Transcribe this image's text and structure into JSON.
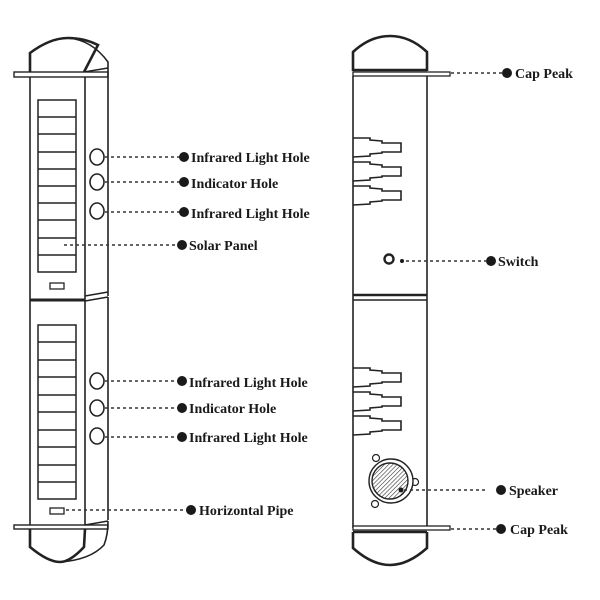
{
  "diagram": {
    "title": "",
    "views": [
      "front-view",
      "back-view"
    ],
    "labels": {
      "front_upper_infrared_1": "Infrared Light Hole",
      "front_upper_indicator": "Indicator Hole",
      "front_upper_infrared_2": "Infrared Light Hole",
      "solar_panel": "Solar Panel",
      "front_lower_infrared_1": "Infrared Light Hole",
      "front_lower_indicator": "Indicator Hole",
      "front_lower_infrared_2": "Infrared Light Hole",
      "horizontal_pipe": "Horizontal Pipe",
      "cap_peak_top": "Cap Peak",
      "switch": "Switch",
      "speaker": "Speaker",
      "cap_peak_bottom": "Cap Peak"
    },
    "colors": {
      "line": "#222222",
      "text": "#1a1a1a",
      "background": "#ffffff"
    }
  }
}
